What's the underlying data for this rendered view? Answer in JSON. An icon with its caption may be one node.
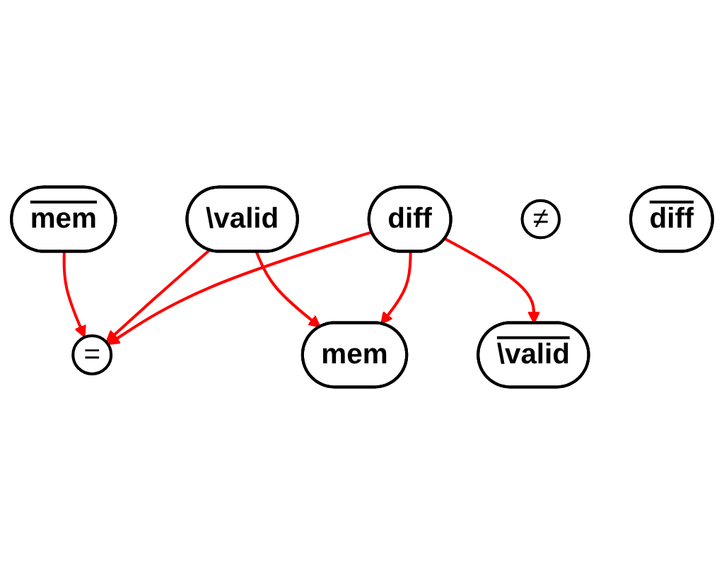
{
  "diagram": {
    "nodes": [
      {
        "text": [
          "\\valid"
        ]
      },
      {
        "text": [
          "mem"
        ]
      },
      {
        "text": [
          "\\valid"
        ]
      },
      {
        "text": [
          "="
        ]
      },
      {
        "text": [
          "diff"
        ]
      },
      {
        "text": [
          "mem"
        ]
      },
      {
        "text": [
          "≠"
        ]
      },
      {
        "text": [
          "diff"
        ]
      }
    ],
    "edges": [
      {
        "from": 4,
        "to": 0,
        "arrow": "to"
      },
      {
        "from": 1,
        "to": 3,
        "arrow": "to"
      },
      {
        "from": 2,
        "to": 3,
        "arrow": "to"
      },
      {
        "from": 2,
        "to": 5,
        "arrow": "to"
      },
      {
        "from": 4,
        "to": 3,
        "arrow": "to"
      },
      {
        "from": 4,
        "to": 5,
        "arrow": "to"
      }
    ]
  }
}
